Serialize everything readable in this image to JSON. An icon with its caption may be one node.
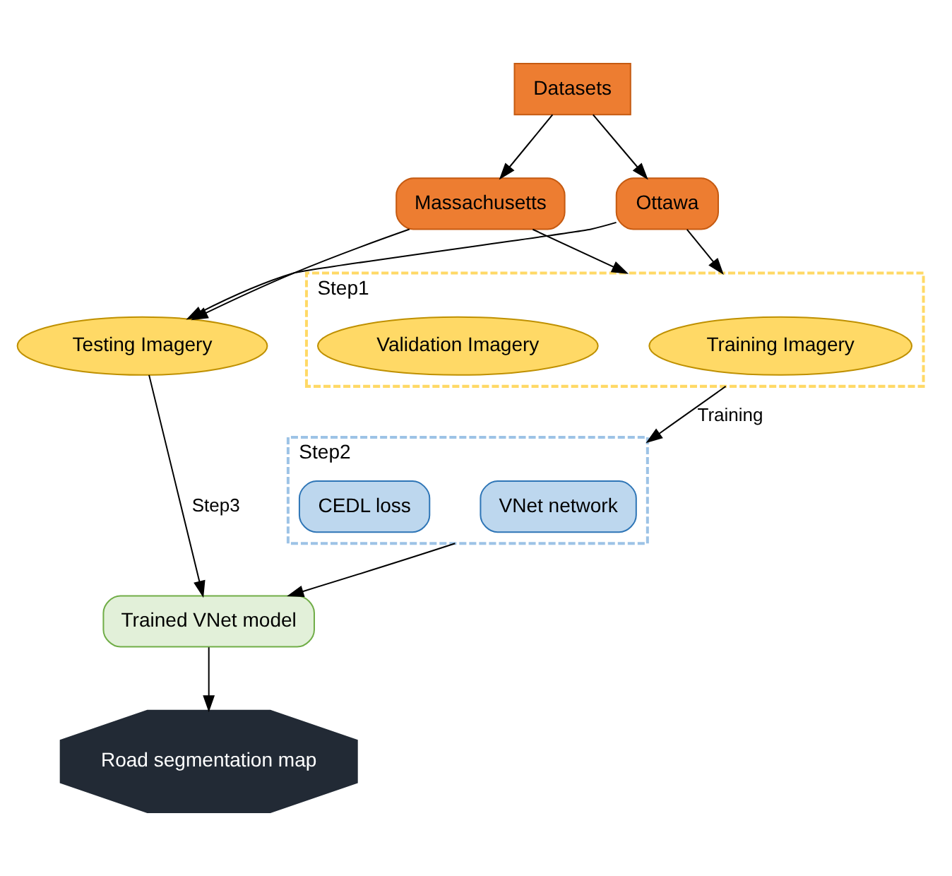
{
  "diagram": {
    "nodes": [
      {
        "text": [
          "Datasets"
        ]
      },
      {
        "text": [
          "Massachusetts"
        ]
      },
      {
        "text": [
          "Ottawa"
        ]
      },
      {
        "text": [
          "Step1"
        ]
      },
      {
        "text": [
          "Training Imagery"
        ],
        "in": 3
      },
      {
        "text": [
          "Validation Imagery"
        ],
        "in": 3
      },
      {
        "text": [
          "Testing Imagery"
        ]
      },
      {
        "text": [
          "Step2"
        ]
      },
      {
        "text": [
          "VNet network"
        ],
        "in": 7
      },
      {
        "text": [
          "CEDL loss"
        ],
        "in": 7
      },
      {
        "text": [
          "Trained VNet model"
        ]
      },
      {
        "text": [
          "Road segmentation map"
        ]
      }
    ],
    "edges": [
      {
        "from": 0,
        "to": 1,
        "arrow": "to"
      },
      {
        "from": 0,
        "to": 2,
        "arrow": "to"
      },
      {
        "from": 1,
        "to": 3,
        "arrow": "to"
      },
      {
        "from": 2,
        "to": 3,
        "arrow": "to"
      },
      {
        "from": 1,
        "to": 6,
        "arrow": "to"
      },
      {
        "from": 2,
        "to": 6,
        "arrow": "to"
      },
      {
        "from": 3,
        "to": 7,
        "arrow": "to",
        "label": "Training"
      },
      {
        "from": 6,
        "to": 10,
        "arrow": "to",
        "label": "Step3"
      },
      {
        "from": 7,
        "to": 10,
        "arrow": "to"
      },
      {
        "from": 10,
        "to": 11,
        "arrow": "to"
      }
    ]
  }
}
